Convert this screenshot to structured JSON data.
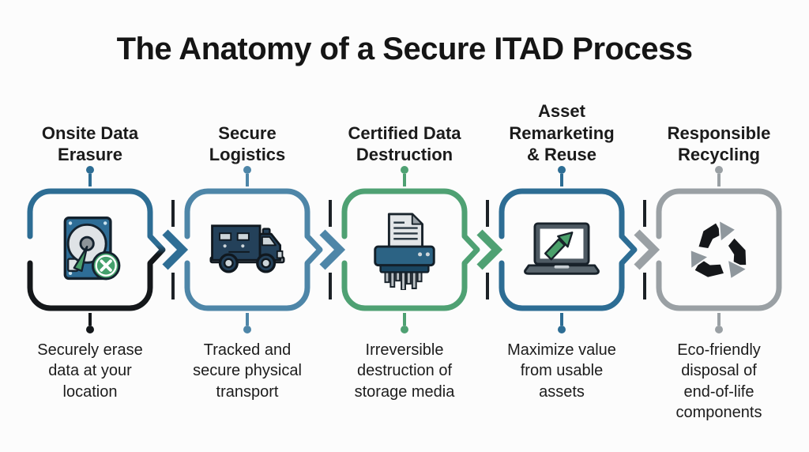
{
  "title": "The Anatomy of a Secure ITAD Process",
  "background_color": "#fcfcfc",
  "text_color": "#1b1b1b",
  "steps": [
    {
      "order": 1,
      "heading": "Onsite Data\nErasure",
      "caption": "Securely erase\ndata at your\nlocation",
      "icon": "hard-drive-erase-icon",
      "frame_color_top": "#2d6d94",
      "frame_color_bottom": "#14171a",
      "top_dot_color": "#2d6d94",
      "bottom_dot_color": "#14171a"
    },
    {
      "order": 2,
      "heading": "Secure\nLogistics",
      "caption": "Tracked and\nsecure physical\ntransport",
      "icon": "secure-truck-icon",
      "frame_color": "#4e86a8",
      "top_dot_color": "#4e86a8",
      "bottom_dot_color": "#4e86a8"
    },
    {
      "order": 3,
      "heading": "Certified Data\nDestruction",
      "caption": "Irreversible\ndestruction of\nstorage media",
      "icon": "shredder-icon",
      "frame_color": "#4fa173",
      "top_dot_color": "#4fa173",
      "bottom_dot_color": "#4fa173"
    },
    {
      "order": 4,
      "heading": "Asset\nRemarketing\n& Reuse",
      "caption": "Maximize value\nfrom usable\nassets",
      "icon": "laptop-arrow-icon",
      "frame_color": "#2d6d94",
      "top_dot_color": "#2d6d94",
      "bottom_dot_color": "#2d6d94"
    },
    {
      "order": 5,
      "heading": "Responsible\nRecycling",
      "caption": "Eco-friendly\ndisposal of\nend-of-life\ncomponents",
      "icon": "recycle-icon",
      "frame_color": "#9aa0a4",
      "top_dot_color": "#9aa0a4",
      "bottom_dot_color": "#9aa0a4"
    }
  ],
  "connectors": [
    {
      "between": "step-1-and-step-2",
      "chevron_color": "#2f6e95",
      "dash_color": "#1c2126"
    },
    {
      "between": "step-2-and-step-3",
      "chevron_color": "#4e86a8",
      "dash_color": "#1c2126"
    },
    {
      "between": "step-3-and-step-4",
      "chevron_color": "#4fa173",
      "dash_color": "#1c2126"
    },
    {
      "between": "step-4-and-step-5",
      "chevron_color": "#9aa0a4",
      "dash_color": "#1c2126"
    }
  ]
}
